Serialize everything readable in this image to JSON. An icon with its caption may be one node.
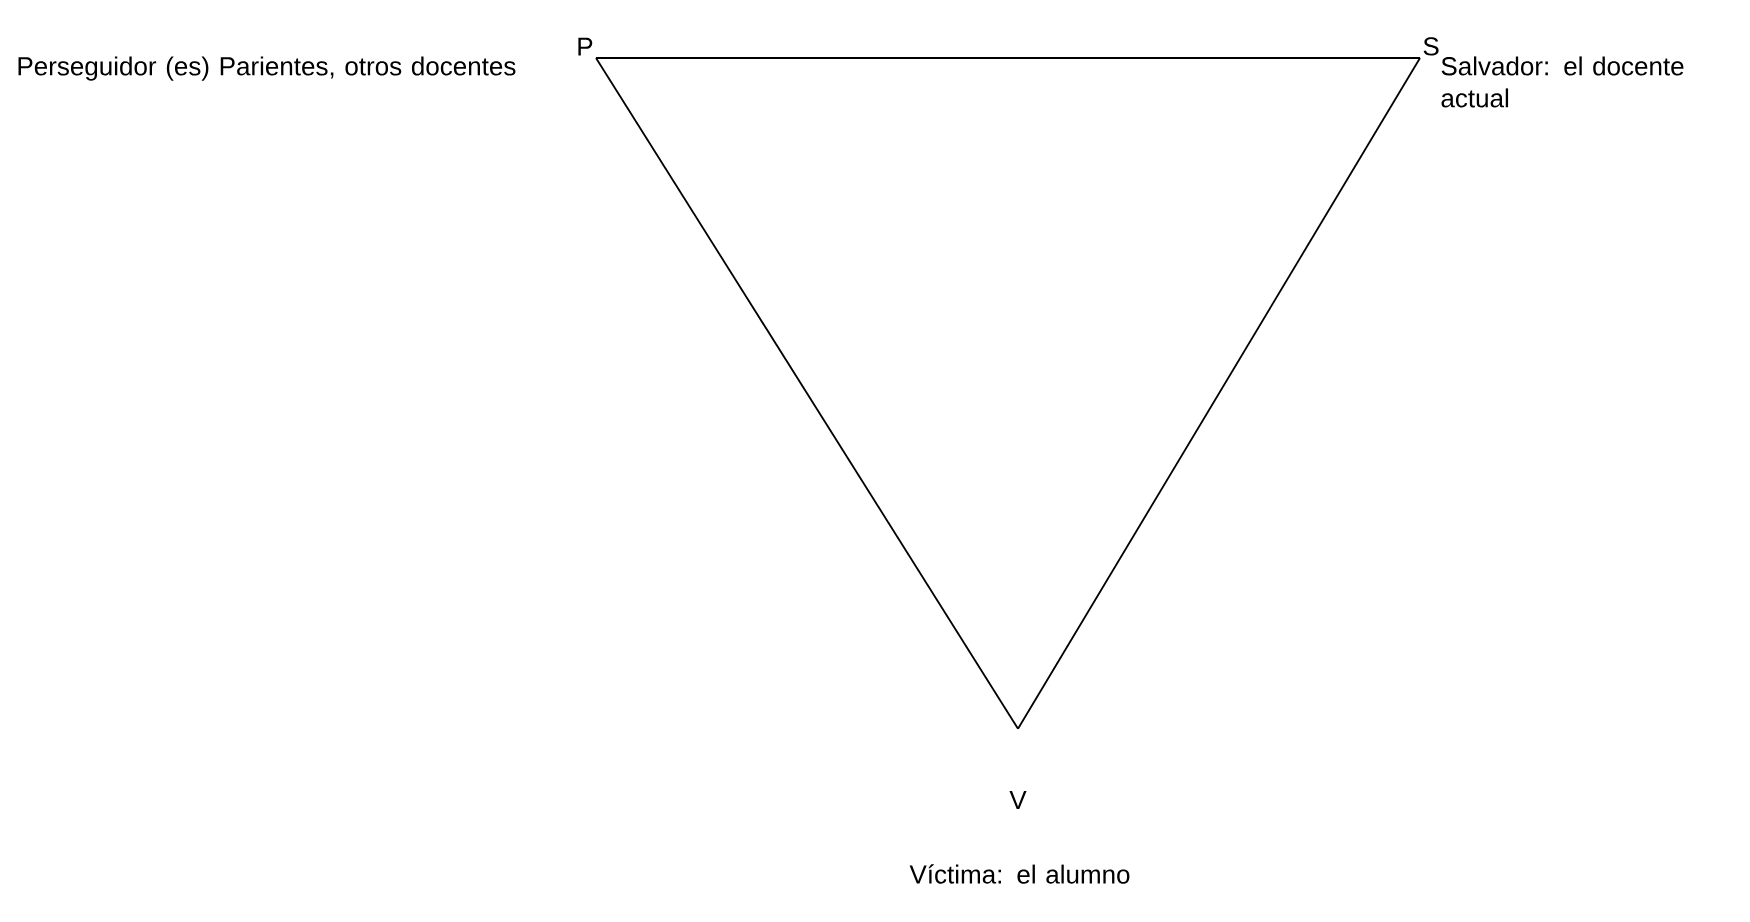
{
  "diagram": {
    "nodes": [
      {
        "text": [
          "P"
        ],
        "beside": [
          "Perseguidor (es) Parientes, otros docentes"
        ]
      },
      {
        "text": [
          "S"
        ],
        "beside": [
          "Salvador: el docente actual"
        ]
      },
      {
        "text": [
          "V"
        ],
        "beside": [
          "Víctima: el alumno"
        ]
      }
    ],
    "edges": [
      {
        "from": 0,
        "to": 1,
        "arrow": "none"
      },
      {
        "from": 1,
        "to": 2,
        "arrow": "none"
      },
      {
        "from": 2,
        "to": 0,
        "arrow": "none"
      }
    ]
  }
}
